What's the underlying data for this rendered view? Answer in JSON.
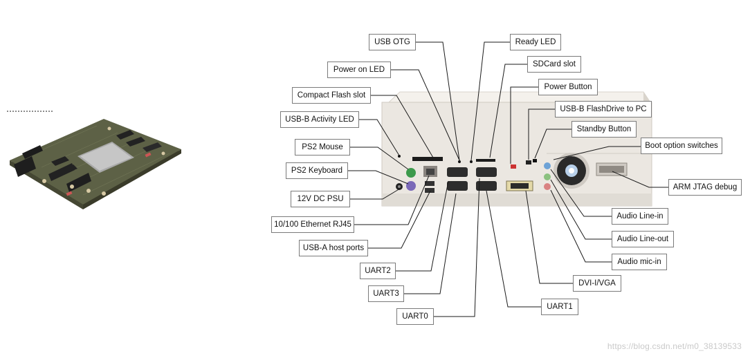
{
  "labels": {
    "usb_otg": "USB OTG",
    "ready_led": "Ready LED",
    "power_on_led": "Power on LED",
    "sdcard_slot": "SDCard slot",
    "compact_flash_slot": "Compact Flash slot",
    "power_button": "Power Button",
    "usb_b_activity_led": "USB-B Activity LED",
    "usb_b_flashdrive": "USB-B FlashDrive to PC",
    "standby_button": "Standby Button",
    "ps2_mouse": "PS2 Mouse",
    "boot_option_switches": "Boot option switches",
    "ps2_keyboard": "PS2 Keyboard",
    "arm_jtag_debug": "ARM JTAG debug",
    "dc_psu": "12V DC PSU",
    "audio_line_in": "Audio Line-in",
    "ethernet": "10/100 Ethernet RJ45",
    "audio_line_out": "Audio Line-out",
    "usb_a_host": "USB-A host ports",
    "audio_mic_in": "Audio mic-in",
    "uart2": "UART2",
    "dvi_vga": "DVI-I/VGA",
    "uart3": "UART3",
    "uart1": "UART1",
    "uart0": "UART0"
  },
  "watermark": "https://blog.csdn.net/m0_38139533",
  "colors": {
    "box_border": "#7a7a7a",
    "chassis": "#ebe7e1",
    "pcb": "#5b5e43",
    "chip": "#b9b9b9",
    "leader": "#1a1a1a"
  }
}
